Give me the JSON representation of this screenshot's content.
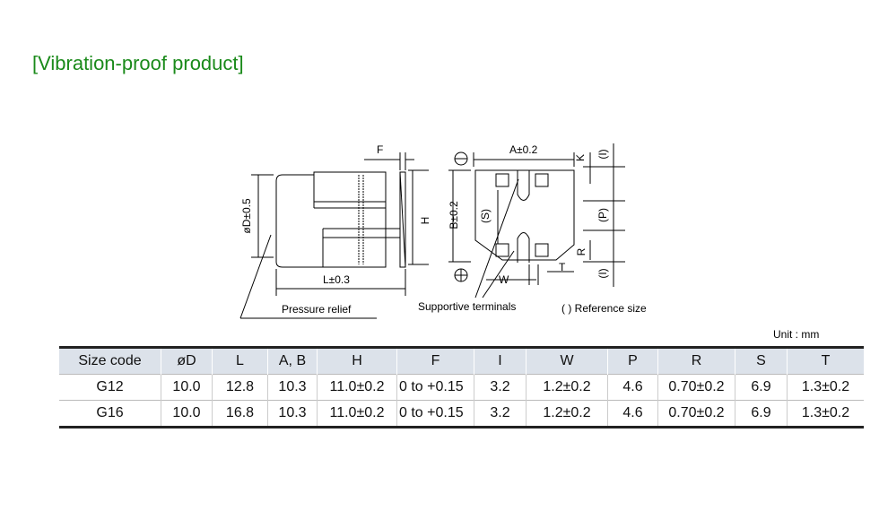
{
  "title": "[Vibration-proof product]",
  "drawing": {
    "labels": {
      "F": "F",
      "H": "H",
      "D": "øD±0.5",
      "L": "L±0.3",
      "pressure_relief": "Pressure relief",
      "A": "A±0.2",
      "K": "K",
      "I_top": "(I)",
      "B": "B±0.2",
      "S": "(S)",
      "P": "(P)",
      "R": "R",
      "I_bottom": "(I)",
      "T": "T",
      "W": "W",
      "supportive": "Supportive terminals",
      "reference": "( ) Reference size"
    },
    "minus_symbol": "⊖",
    "plus_symbol": "⊕"
  },
  "unit": "Unit : mm",
  "table": {
    "headers": [
      "Size code",
      "øD",
      "L",
      "A, B",
      "H",
      "F",
      "I",
      "W",
      "P",
      "R",
      "S",
      "T"
    ],
    "rows": [
      [
        "G12",
        "10.0",
        "12.8",
        "10.3",
        "11.0±0.2",
        "0 to +0.15",
        "3.2",
        "1.2±0.2",
        "4.6",
        "0.70±0.2",
        "6.9",
        "1.3±0.2"
      ],
      [
        "G16",
        "10.0",
        "16.8",
        "10.3",
        "11.0±0.2",
        "0 to +0.15",
        "3.2",
        "1.2±0.2",
        "4.6",
        "0.70±0.2",
        "6.9",
        "1.3±0.2"
      ]
    ]
  }
}
